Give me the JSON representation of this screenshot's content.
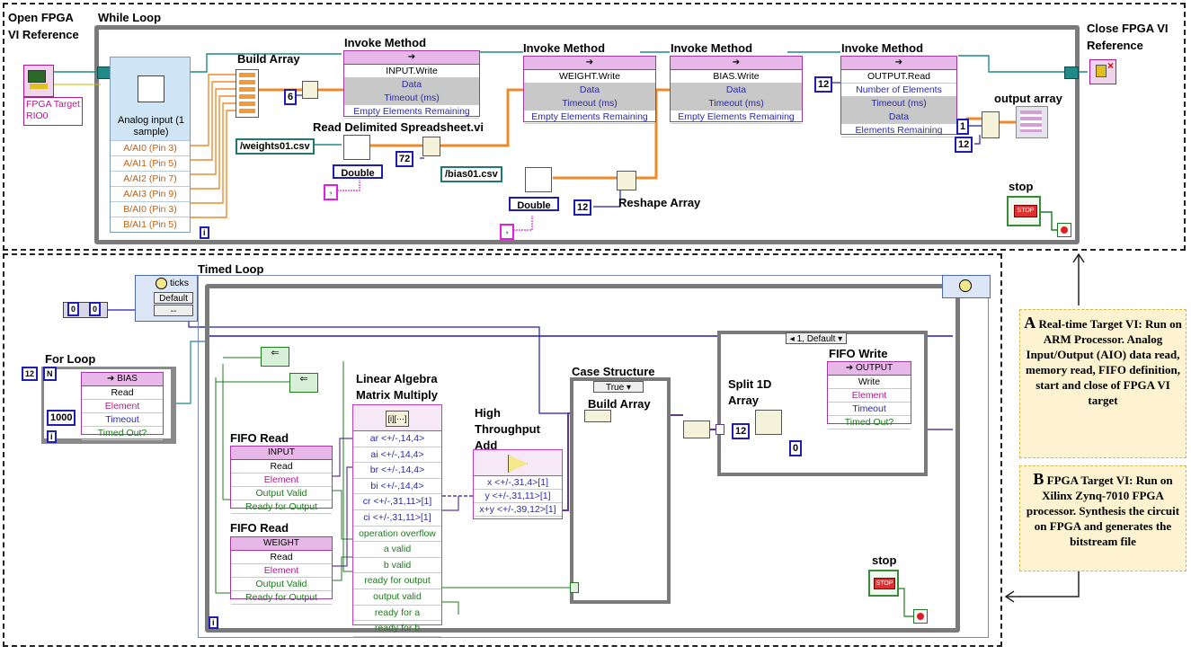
{
  "labels": {
    "open_fpga": "Open FPGA",
    "vi_reference": "VI Reference",
    "while_loop": "While Loop",
    "close_fpga_1": "Close FPGA VI",
    "close_fpga_2": "Reference",
    "build_array": "Build Array",
    "invoke_method": "Invoke Method",
    "read_delimited": "Read Delimited Spreadsheet.vi",
    "reshape_array": "Reshape Array",
    "output_array": "output array",
    "stop": "stop",
    "timed_loop": "Timed Loop",
    "for_loop": "For Loop",
    "fifo_read": "FIFO Read",
    "linear_algebra_1": "Linear Algebra",
    "linear_algebra_2": "Matrix Multiply",
    "high_1": "High",
    "high_2": "Throughput",
    "high_3": "Add",
    "case_structure": "Case Structure",
    "split_1": "Split 1D",
    "split_2": "Array",
    "fifo_write": "FIFO Write",
    "ticks": "ticks"
  },
  "fpga_target": {
    "line1": "FPGA Target",
    "line2": "RIO0"
  },
  "analog_input": {
    "title": "Analog input (1 sample)",
    "channels": [
      "A/AI0 (Pin 3)",
      "A/AI1 (Pin 5)",
      "A/AI2 (Pin 7)",
      "A/AI3 (Pin 9)",
      "B/AI0 (Pin 3)",
      "B/AI1 (Pin 5)"
    ]
  },
  "invoke_input": {
    "method": "INPUT.Write",
    "rows": [
      "Data",
      "Timeout (ms)",
      "Empty Elements Remaining"
    ]
  },
  "invoke_weight": {
    "method": "WEIGHT.Write",
    "rows": [
      "Data",
      "Timeout (ms)",
      "Empty Elements Remaining"
    ]
  },
  "invoke_bias": {
    "method": "BIAS.Write",
    "rows": [
      "Data",
      "Timeout (ms)",
      "Empty Elements Remaining"
    ]
  },
  "invoke_output": {
    "method": "OUTPUT.Read",
    "rows": [
      "Number of Elements",
      "Timeout (ms)",
      "Data",
      "Elements Remaining"
    ]
  },
  "constants": {
    "six": "6",
    "seventy_two": "72",
    "twelve": "12",
    "one": "1",
    "weights_file": "/weights01.csv",
    "bias_file": "/bias01.csv",
    "double": "Double",
    "zero": "0",
    "thousand": "1000",
    "n": "N",
    "i": "i",
    "true": "True",
    "default_case": "1, Default",
    "default_timed": "Default",
    "dashes": "--",
    "comma": ","
  },
  "for_loop_bias": {
    "title": "BIAS",
    "rows": [
      "Read",
      "Element",
      "Timeout",
      "Timed Out?"
    ]
  },
  "fifo_input": {
    "title": "INPUT",
    "rows": [
      "Read",
      "Element",
      "Output Valid",
      "Ready for Output"
    ]
  },
  "fifo_weight": {
    "title": "WEIGHT",
    "rows": [
      "Read",
      "Element",
      "Output Valid",
      "Ready for Output"
    ]
  },
  "matrix_multiply": {
    "rows": [
      "ar <+/-,14,4>",
      "ai <+/-,14,4>",
      "br <+/-,14,4>",
      "bi <+/-,14,4>",
      "cr <+/-,31,11>[1]",
      "ci <+/-,31,11>[1]",
      "operation overflow",
      "a valid",
      "b valid",
      "ready for output",
      "output valid",
      "ready for a",
      "ready for b"
    ]
  },
  "high_add": {
    "rows": [
      "x <+/-,31,4>[1]",
      "y <+/-,31,11>[1]",
      "x+y <+/-,39,12>[1]"
    ]
  },
  "fifo_output": {
    "title": "OUTPUT",
    "rows": [
      "Write",
      "Element",
      "Timeout",
      "Timed Out?"
    ]
  },
  "notes": {
    "a_letter": "A",
    "a_text": "Real-time Target VI: Run on ARM Processor. Analog Input/Output (AIO) data read, memory read, FIFO definition, start and close of FPGA VI target",
    "b_letter": "B",
    "b_text": "FPGA Target VI: Run on Xilinx Zynq-7010 FPGA processor. Synthesis the circuit on FPGA and generates the bitstream file"
  }
}
